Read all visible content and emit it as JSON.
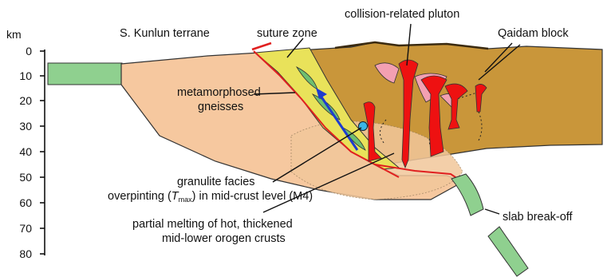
{
  "axis": {
    "unit": "km",
    "ticks": [
      "0",
      "10",
      "20",
      "30",
      "40",
      "50",
      "60",
      "70",
      "80"
    ]
  },
  "labels": {
    "kunlun": "S. Kunlun terrane",
    "suture": "suture zone",
    "pluton": "collision-related pluton",
    "qaidam": "Qaidam block",
    "gneiss_1": "metamorphosed",
    "gneiss_2": "gneisses",
    "granulite_1": "granulite facies",
    "granulite_2_pre": "overpinting (",
    "granulite_2_t": "T",
    "granulite_2_sub": "max",
    "granulite_2_post": ") in mid-crust level (M4)",
    "melting_1": "partial melting of hot, thickened",
    "melting_2": "mid-lower orogen crusts",
    "breakoff": "slab break-off"
  },
  "colors": {
    "kunlun_crust": "#f6c89f",
    "qaidam_crust": "#c9963a",
    "suture_fill": "#e9e25a",
    "slab": "#8fd08f",
    "pluton": "#ee1111",
    "pluton_pale": "#f3a0b2",
    "outline": "#e02020"
  }
}
